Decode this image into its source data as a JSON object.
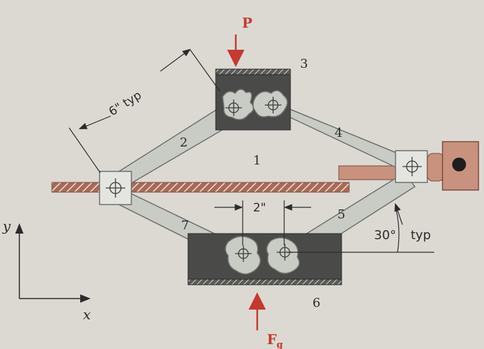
{
  "labels": {
    "load_top": "P",
    "load_bottom": "F",
    "load_bottom_sub": "g",
    "link_1": "1",
    "link_2": "2",
    "link_3": "3",
    "link_4": "4",
    "link_5": "5",
    "link_6": "6",
    "link_7": "7",
    "dim_arm": "6\" typ",
    "dim_gear": "2\"",
    "angle_value": "30°",
    "angle_typ": "typ",
    "axis_x": "x",
    "axis_y": "y"
  },
  "colors": {
    "background": "#d9d6d0",
    "member": "#c9cbc5",
    "member_stroke": "#6f706c",
    "block": "#4a4a48",
    "screw": "#b8735e",
    "load_arrow": "#c43a2e",
    "dimension": "#2b2b2b"
  }
}
